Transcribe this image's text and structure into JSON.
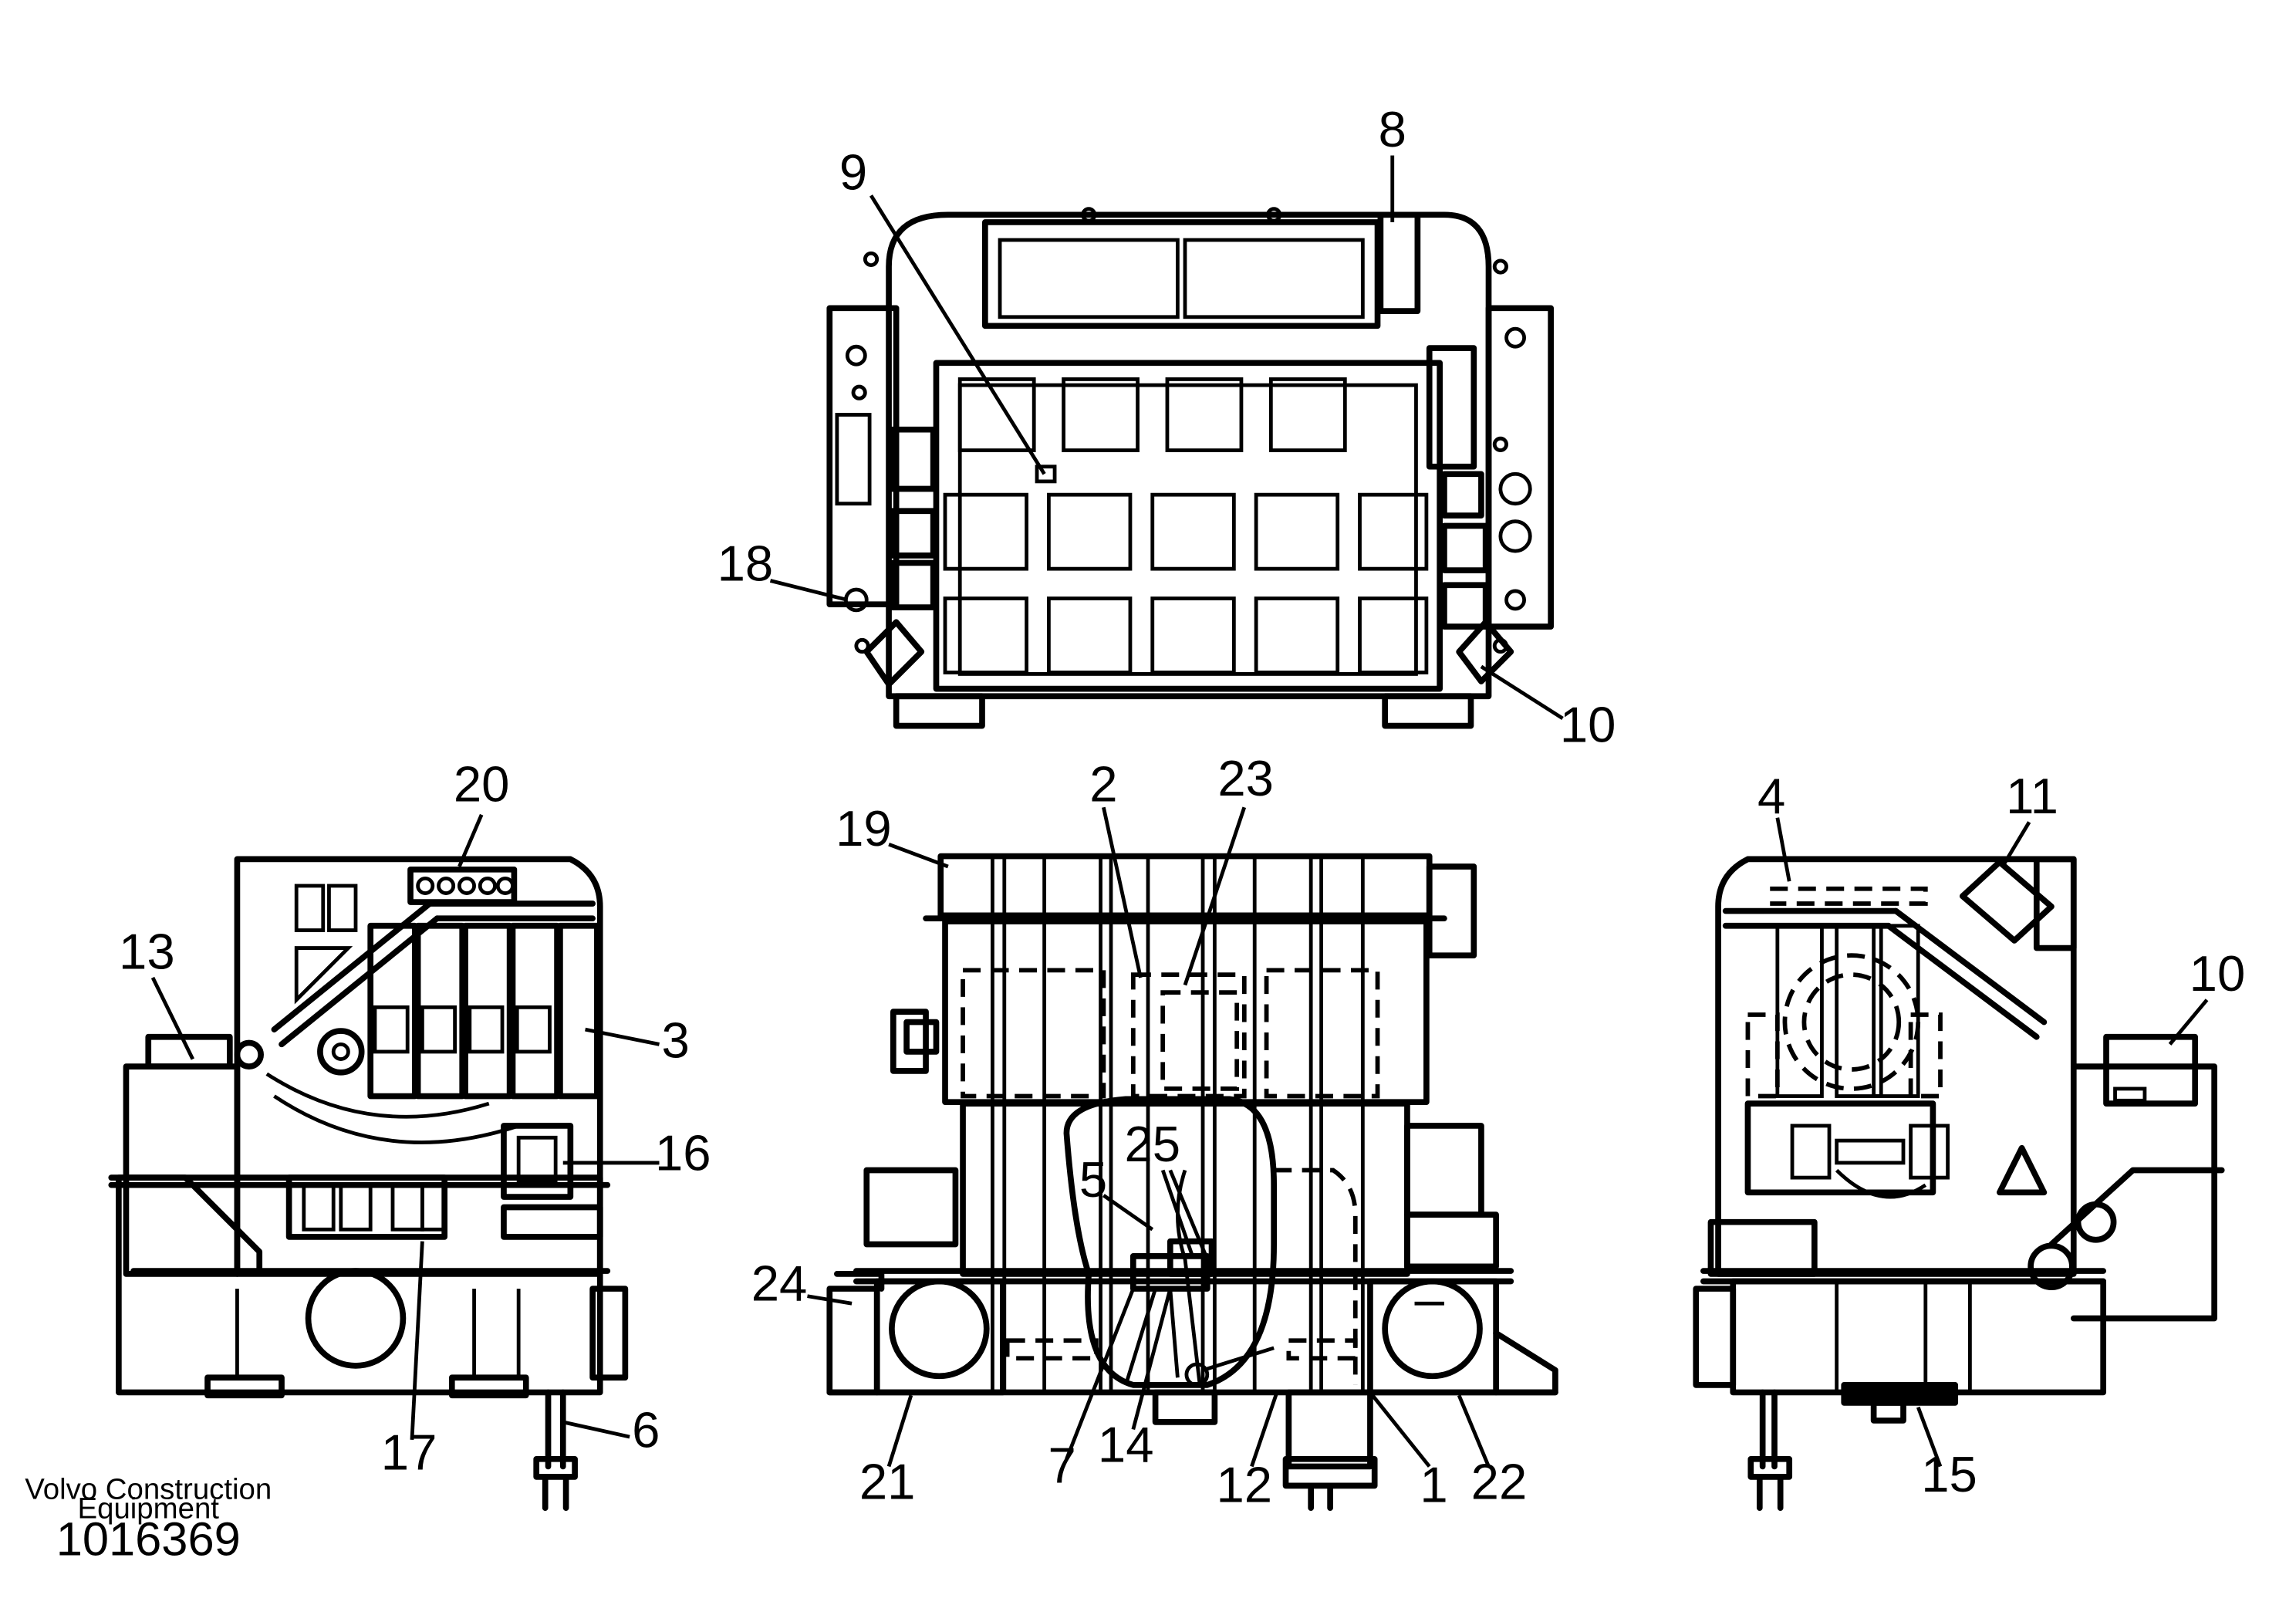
{
  "callouts": [
    {
      "id": "c1",
      "text": "1"
    },
    {
      "id": "c2",
      "text": "2"
    },
    {
      "id": "c3",
      "text": "3"
    },
    {
      "id": "c4",
      "text": "4"
    },
    {
      "id": "c5",
      "text": "5"
    },
    {
      "id": "c6",
      "text": "6"
    },
    {
      "id": "c7",
      "text": "7"
    },
    {
      "id": "c8",
      "text": "8"
    },
    {
      "id": "c9",
      "text": "9"
    },
    {
      "id": "c10a",
      "text": "10"
    },
    {
      "id": "c10b",
      "text": "10"
    },
    {
      "id": "c11",
      "text": "11"
    },
    {
      "id": "c12",
      "text": "12"
    },
    {
      "id": "c13",
      "text": "13"
    },
    {
      "id": "c14",
      "text": "14"
    },
    {
      "id": "c15",
      "text": "15"
    },
    {
      "id": "c16",
      "text": "16"
    },
    {
      "id": "c17",
      "text": "17"
    },
    {
      "id": "c18",
      "text": "18"
    },
    {
      "id": "c19",
      "text": "19"
    },
    {
      "id": "c20",
      "text": "20"
    },
    {
      "id": "c21",
      "text": "21"
    },
    {
      "id": "c22",
      "text": "22"
    },
    {
      "id": "c23",
      "text": "23"
    },
    {
      "id": "c24",
      "text": "24"
    },
    {
      "id": "c25",
      "text": "25"
    }
  ],
  "credit": {
    "line1": "Volvo Construction",
    "line2": "Equipment",
    "part_number": "1016369"
  }
}
